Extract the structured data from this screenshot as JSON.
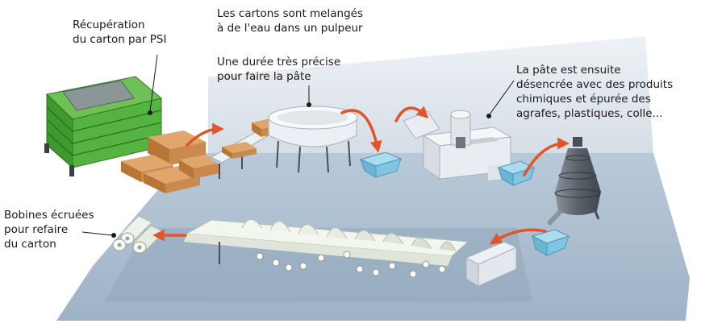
{
  "labels": {
    "recuperation": [
      "Récupération",
      "du carton par PSI"
    ],
    "pulpeur": [
      "Les cartons sont melangés",
      "à de l'eau dans un pulpeur"
    ],
    "duree": [
      "Une durée très précise",
      "pour faire la pâte"
    ],
    "desencree": [
      "La pâte est ensuite",
      "désencrée avec des produits",
      "chimiques et épurée des",
      "agrafes, plastiques, colle..."
    ],
    "bobines": [
      "Bobines écruées",
      "pour refaire",
      "du carton"
    ]
  },
  "colors": {
    "floor": "#a9bccf",
    "wall": "#dde5ee",
    "arrow": "#e2542a",
    "green": "#4cae3a",
    "cardboard": "#c98a4f",
    "tank_blue": "#7fc6e0",
    "machine": "#e9edf1",
    "cone": "#5f6870"
  }
}
